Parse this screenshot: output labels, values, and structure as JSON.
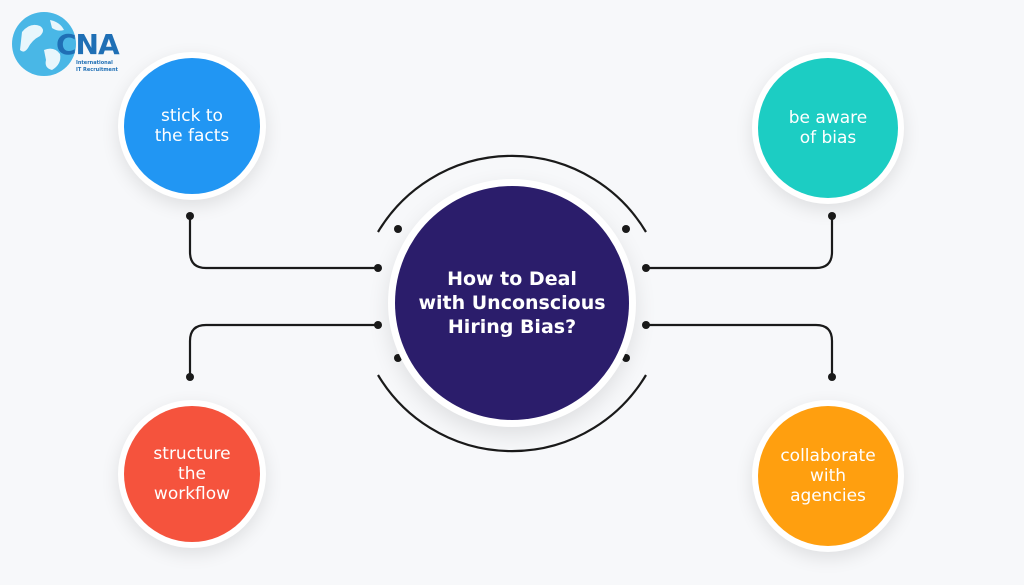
{
  "logo": {
    "brand": "CNA",
    "line1": "International",
    "line2": "IT Recruitment",
    "globe_color": "#49b7e6",
    "text_color": "#1f6fb5"
  },
  "center": {
    "lines": [
      "How to Deal",
      "with Unconscious",
      "Hiring Bias?"
    ],
    "color": "#2b1d6b"
  },
  "nodes": [
    {
      "id": "stick-to-the-facts",
      "lines": [
        "stick to",
        "the facts"
      ],
      "color": "#2196f3"
    },
    {
      "id": "be-aware-of-bias",
      "lines": [
        "be aware",
        "of bias"
      ],
      "color": "#1ccdc3"
    },
    {
      "id": "structure-the-workflow",
      "lines": [
        "structure",
        "the",
        "workflow"
      ],
      "color": "#f5533d"
    },
    {
      "id": "collaborate-with-agencies",
      "lines": [
        "collaborate",
        "with",
        "agencies"
      ],
      "color": "#ff9f0f"
    }
  ],
  "connector_color": "#1a1a1a"
}
